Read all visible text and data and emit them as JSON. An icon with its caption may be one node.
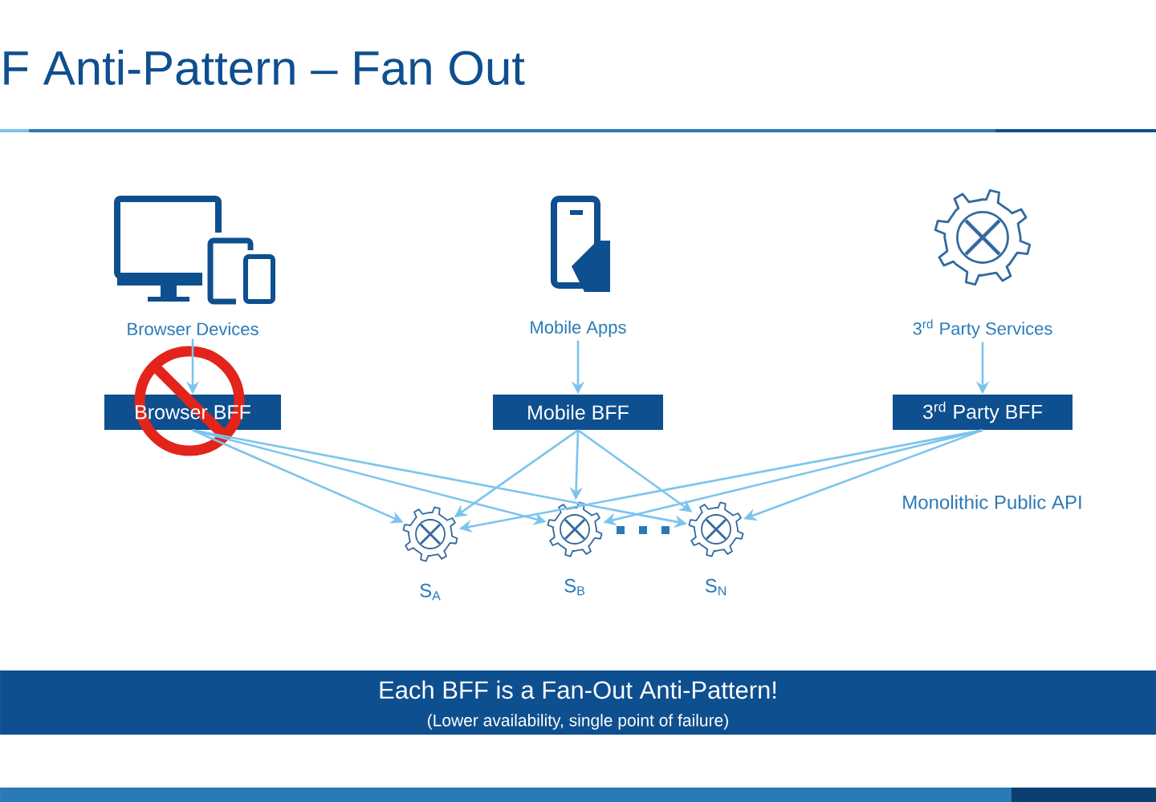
{
  "diagram": {
    "title": "F Anti-Pattern – Fan Out",
    "nodes": [
      {
        "text": [
          "Browser Devices"
        ]
      },
      {
        "text": [
          "Mobile Apps"
        ]
      },
      {
        "text": [
          "3$^{rd}$ Party Services"
        ]
      },
      {
        "text": [
          "Browser BFF"
        ]
      },
      {
        "text": [
          "Mobile BFF"
        ]
      },
      {
        "text": [
          "3$^{rd}$ Party BFF"
        ]
      },
      {
        "text": [
          "S$_{A}$"
        ]
      },
      {
        "text": [
          "S$_{B}$"
        ]
      },
      {
        "text": [
          "S$_{N}$"
        ]
      },
      {
        "text": [
          "Each BFF is a Fan-Out Anti-Pattern!",
          "(Lower availability, single point of failure)"
        ]
      }
    ],
    "edges": [
      {
        "from": 0,
        "to": 3,
        "arrow": "to"
      },
      {
        "from": 1,
        "to": 4,
        "arrow": "to"
      },
      {
        "from": 2,
        "to": 5,
        "arrow": "to"
      },
      {
        "from": 3,
        "to": 6,
        "arrow": "to"
      },
      {
        "from": 3,
        "to": 7,
        "arrow": "to"
      },
      {
        "from": 3,
        "to": 8,
        "arrow": "to"
      },
      {
        "from": 4,
        "to": 6,
        "arrow": "to"
      },
      {
        "from": 4,
        "to": 7,
        "arrow": "to"
      },
      {
        "from": 4,
        "to": 8,
        "arrow": "to"
      },
      {
        "from": 5,
        "to": 6,
        "arrow": "to"
      },
      {
        "from": 5,
        "to": 7,
        "arrow": "to"
      },
      {
        "from": 5,
        "to": 8,
        "arrow": "to"
      }
    ],
    "labels": [
      "Monolithic Public API"
    ]
  }
}
